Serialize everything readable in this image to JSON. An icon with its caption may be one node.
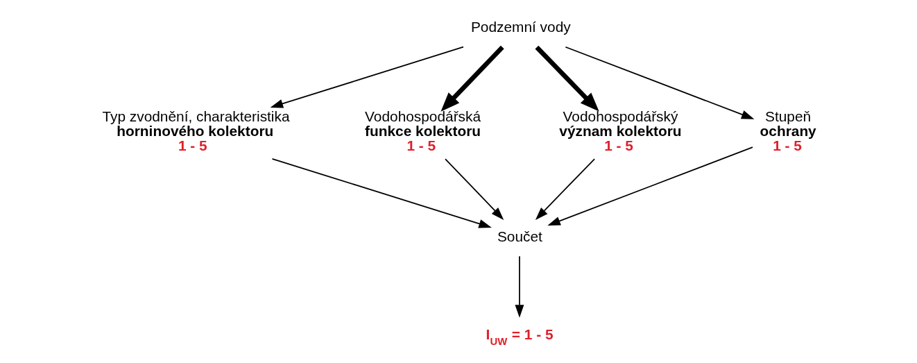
{
  "diagram": {
    "nodes": [
      {
        "text": [
          "Podzemní vody"
        ]
      },
      {
        "text": [
          "Typ zvodnění, charakteristika",
          "horninového kolektoru",
          "1 - 5"
        ]
      },
      {
        "text": [
          "Vodohospodářská",
          "funkce kolektoru",
          "1 - 5"
        ]
      },
      {
        "text": [
          "Vodohospodářský",
          "význam kolektoru",
          "1 - 5"
        ]
      },
      {
        "text": [
          "Stupeň",
          "ochrany",
          "1 - 5"
        ]
      },
      {
        "text": [
          "Součet"
        ]
      },
      {
        "text": [
          "I$_{UW}$ = 1 - 5"
        ]
      }
    ],
    "edges": [
      {
        "from": 0,
        "to": 1,
        "arrow": "to"
      },
      {
        "from": 0,
        "to": 2,
        "arrow": "to",
        "style": "thick"
      },
      {
        "from": 0,
        "to": 3,
        "arrow": "to",
        "style": "thick"
      },
      {
        "from": 0,
        "to": 4,
        "arrow": "to"
      },
      {
        "from": 1,
        "to": 5,
        "arrow": "to"
      },
      {
        "from": 2,
        "to": 5,
        "arrow": "to"
      },
      {
        "from": 3,
        "to": 5,
        "arrow": "to"
      },
      {
        "from": 4,
        "to": 5,
        "arrow": "to"
      },
      {
        "from": 5,
        "to": 6,
        "arrow": "to"
      }
    ]
  }
}
